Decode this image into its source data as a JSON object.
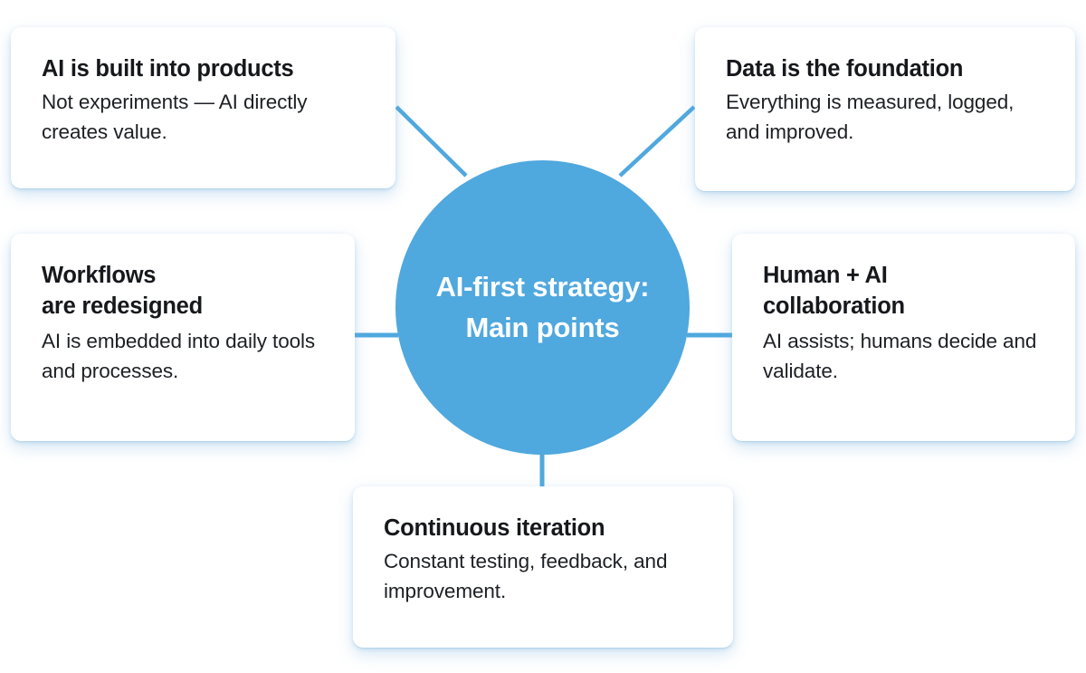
{
  "hub": {
    "label": "AI-first strategy:\nMain points",
    "color": "#4FA8DE",
    "text_color": "#ffffff"
  },
  "theme": {
    "background": "#ffffff",
    "accent": "#4FA8DE",
    "connector_color": "#4FA8DE",
    "card_background": "#ffffff",
    "title_color": "#16181c",
    "body_color": "#1d2024",
    "shadow_color": "#bcdcf2"
  },
  "cards": [
    {
      "title": "AI is built into products",
      "body": "Not experiments — AI directly creates value.",
      "position": "top-left"
    },
    {
      "title": "Data is the foundation",
      "body": "Everything is measured, logged, and improved.",
      "position": "top-right"
    },
    {
      "title": "Workflows\nare redesigned",
      "body": "AI is embedded into daily tools and processes.",
      "position": "middle-left"
    },
    {
      "title": "Human + AI\ncollaboration",
      "body": "AI assists; humans decide and validate.",
      "position": "middle-right"
    },
    {
      "title": "Continuous iteration",
      "body": "Constant testing, feedback, and improvement.",
      "position": "bottom-center"
    }
  ],
  "connectors": [
    {
      "from": "hub",
      "to": "top-left",
      "kind": "diagonal"
    },
    {
      "from": "hub",
      "to": "top-right",
      "kind": "diagonal"
    },
    {
      "from": "hub",
      "to": "middle-left",
      "kind": "horizontal"
    },
    {
      "from": "hub",
      "to": "middle-right",
      "kind": "horizontal"
    },
    {
      "from": "hub",
      "to": "bottom-center",
      "kind": "vertical"
    }
  ]
}
